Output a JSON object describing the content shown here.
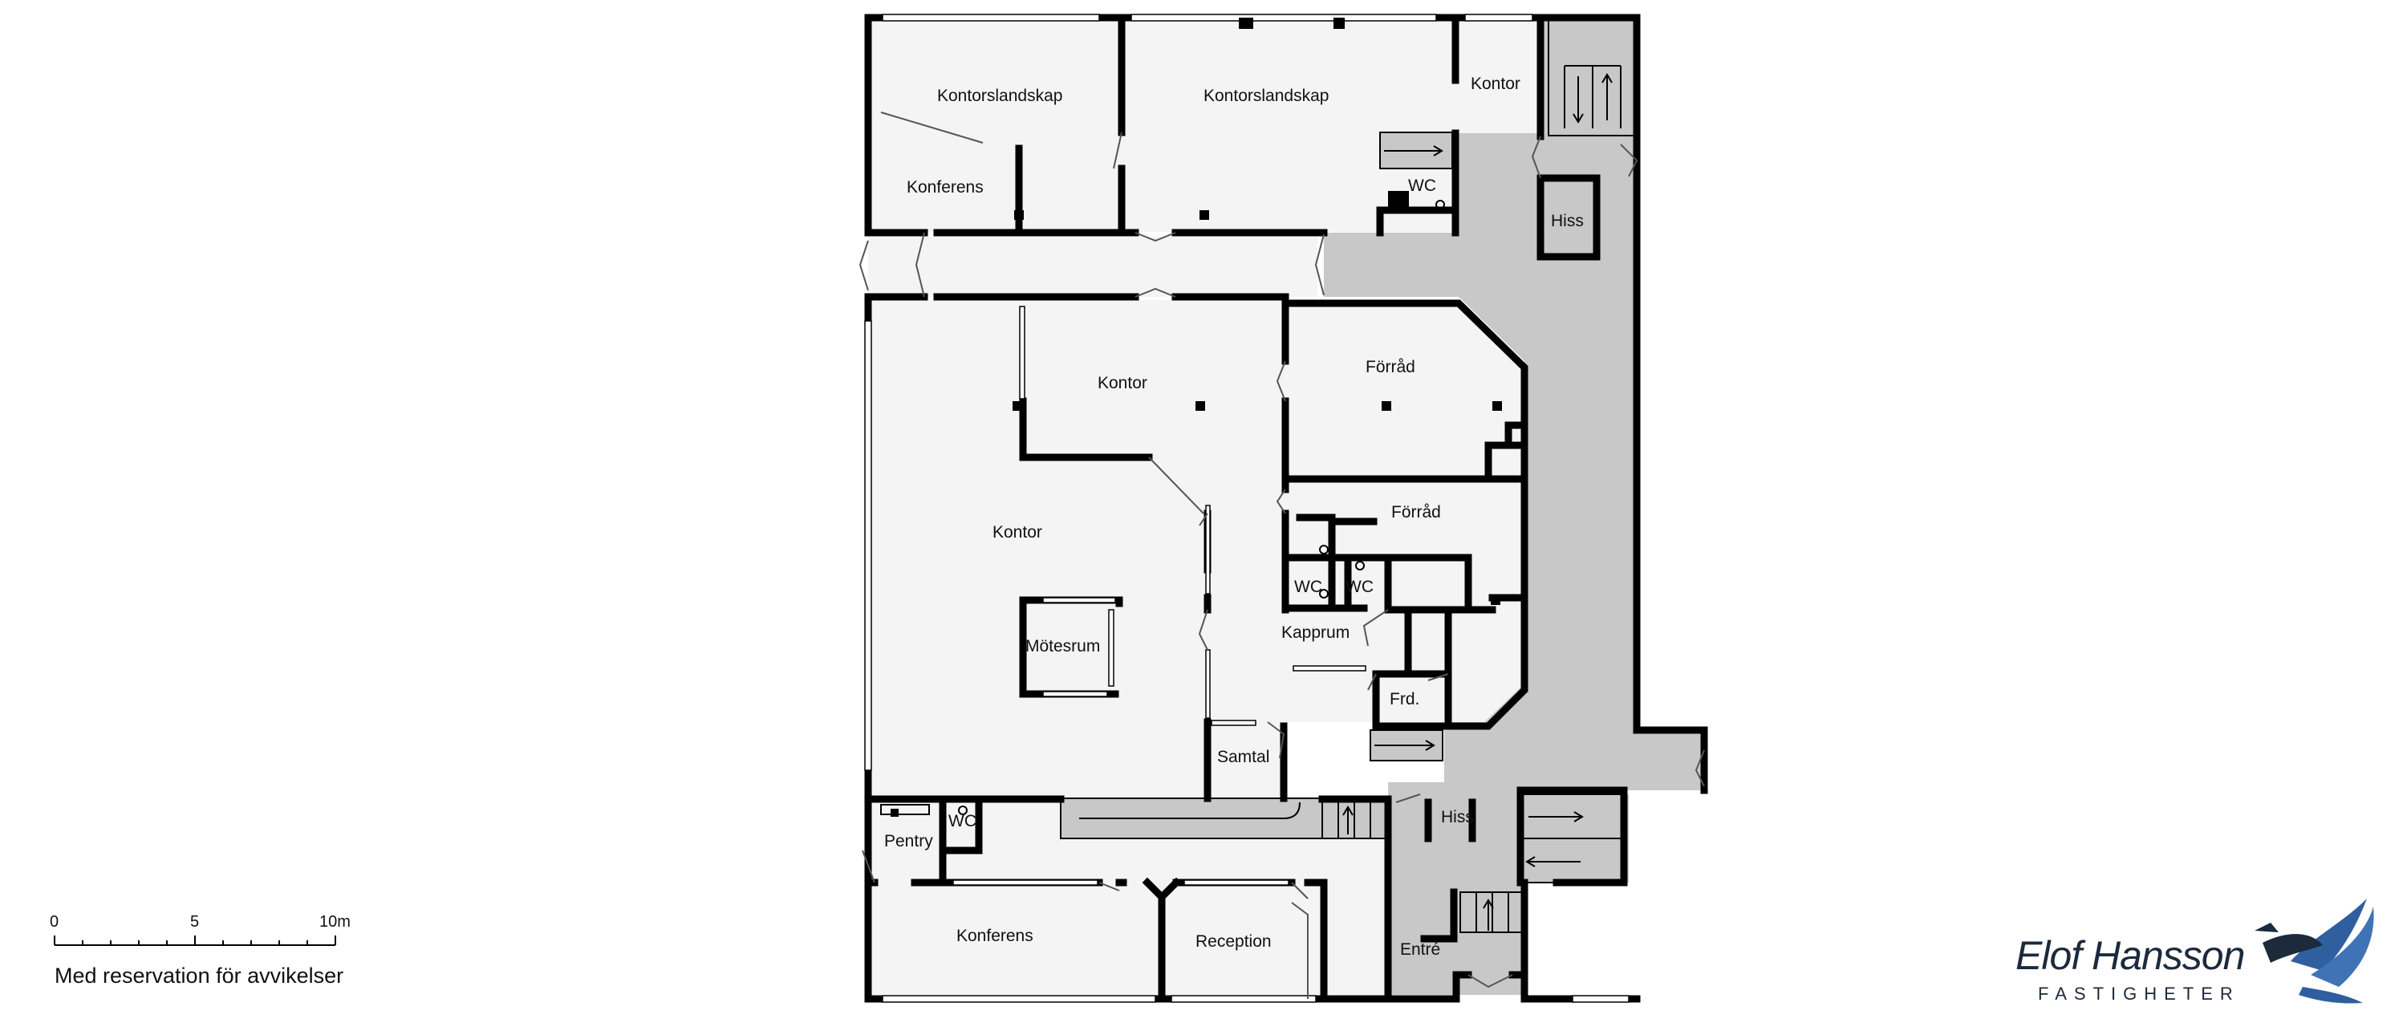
{
  "rooms": {
    "kontorslandskap_1": "Kontorslandskap",
    "kontorslandskap_2": "Kontorslandskap",
    "kontor_ne": "Kontor",
    "konferens_n": "Konferens",
    "wc_n": "WC",
    "hiss_n": "Hiss",
    "kontor_mid": "Kontor",
    "forrad_1": "Förråd",
    "forrad_2": "Förråd",
    "kontor_west": "Kontor",
    "wc_1": "WC",
    "wc_2": "WC",
    "kapprum": "Kapprum",
    "motesrum": "Mötesrum",
    "frd": "Frd.",
    "samtal": "Samtal",
    "hiss_s": "Hiss",
    "pentry": "Pentry",
    "wc_s": "WC",
    "konferens_s": "Konferens",
    "reception": "Reception",
    "entre": "Entré"
  },
  "scale": {
    "label_0": "0",
    "label_5": "5",
    "label_10": "10m"
  },
  "disclaimer": "Med reservation för avvikelser",
  "brand": {
    "name": "Elof Hansson",
    "sub": "FASTIGHETER"
  },
  "colors": {
    "room_fill": "#f4f4f4",
    "corridor_fill": "#c8c8c8",
    "wall": "#000000",
    "logo": "#1c2a3c",
    "logo_accent": "#2f5f9e"
  }
}
